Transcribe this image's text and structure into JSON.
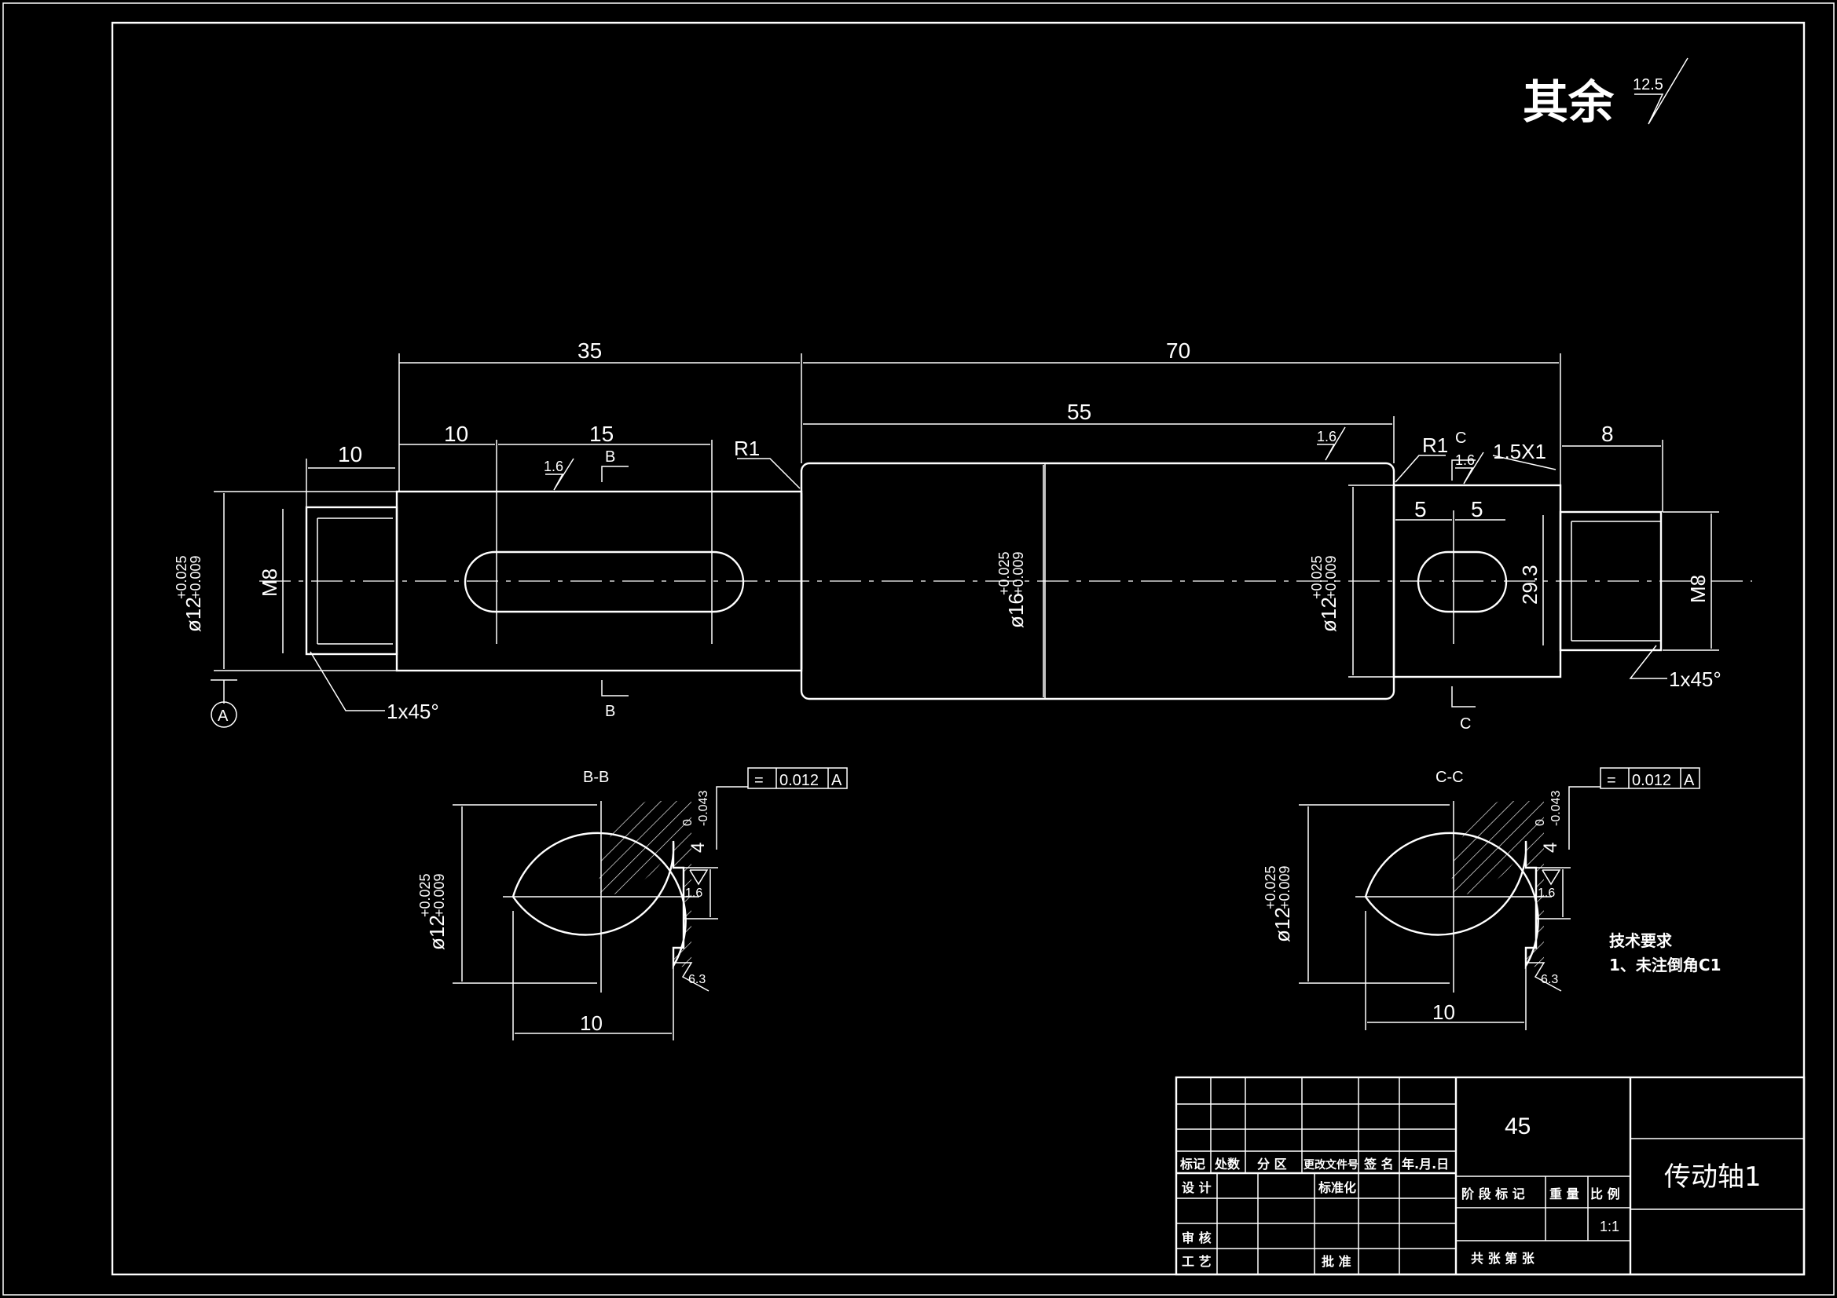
{
  "roughness_note": {
    "label": "其余",
    "value": "12.5"
  },
  "dims": {
    "d35": "35",
    "d70": "70",
    "d10a": "10",
    "d10b": "10",
    "d15": "15",
    "d55": "55",
    "d8": "8",
    "d5a": "5",
    "d5b": "5",
    "r1a": "R1",
    "r1b": "R1",
    "groove": "1.5X1",
    "depth": "29.3",
    "dia_left": "ø12",
    "dia_left_tol": "+0.025",
    "dia_left_tol2": "+0.009",
    "dia_mid": "ø16",
    "dia_mid_tol": "+0.025",
    "dia_mid_tol2": "+0.009",
    "dia_right": "ø12",
    "dia_right_tol": "+0.025",
    "dia_right_tol2": "+0.009",
    "thread_left": "M8",
    "thread_right": "M8",
    "chamfer_left": "1x45°",
    "chamfer_right": "1x45°",
    "rough_16a": "1.6",
    "rough_16b": "1.6",
    "rough_16c": "1.6"
  },
  "section_marks": {
    "b_top": "B",
    "b_bottom": "B",
    "c_top": "C",
    "c_bottom": "C"
  },
  "datum": "A",
  "section_bb": {
    "title": "B-B",
    "dia": "ø12",
    "tol": "+0.025",
    "tol2": "+0.009",
    "width": "10",
    "depth": "4",
    "depth_tol_top": "0",
    "depth_tol_bot": "-0.043",
    "rough1": "1.6",
    "rough2": "6.3",
    "tol_frame": {
      "symbol": "=",
      "value": "0.012",
      "datum": "A"
    }
  },
  "section_cc": {
    "title": "C-C",
    "dia": "ø12",
    "tol": "+0.025",
    "tol2": "+0.009",
    "width": "10",
    "depth": "4",
    "depth_tol_top": "0",
    "depth_tol_bot": "-0.043",
    "rough1": "1.6",
    "rough2": "6.3",
    "tol_frame": {
      "symbol": "=",
      "value": "0.012",
      "datum": "A"
    }
  },
  "tech_req": {
    "title": "技术要求",
    "item1": "1、未注倒角C1"
  },
  "title_block": {
    "material": "45",
    "part_name": "传动轴1",
    "scale": "1:1",
    "headers": [
      "标记",
      "处数",
      "分 区",
      "更改文件号",
      "签 名",
      "年.月.日"
    ],
    "design": "设 计",
    "standard": "标准化",
    "check": "审 核",
    "process": "工 艺",
    "approve": "批 准",
    "stage": "阶 段 标 记",
    "weight": "重 量",
    "ratio": "比 例",
    "sheets": "共    张  第    张"
  }
}
